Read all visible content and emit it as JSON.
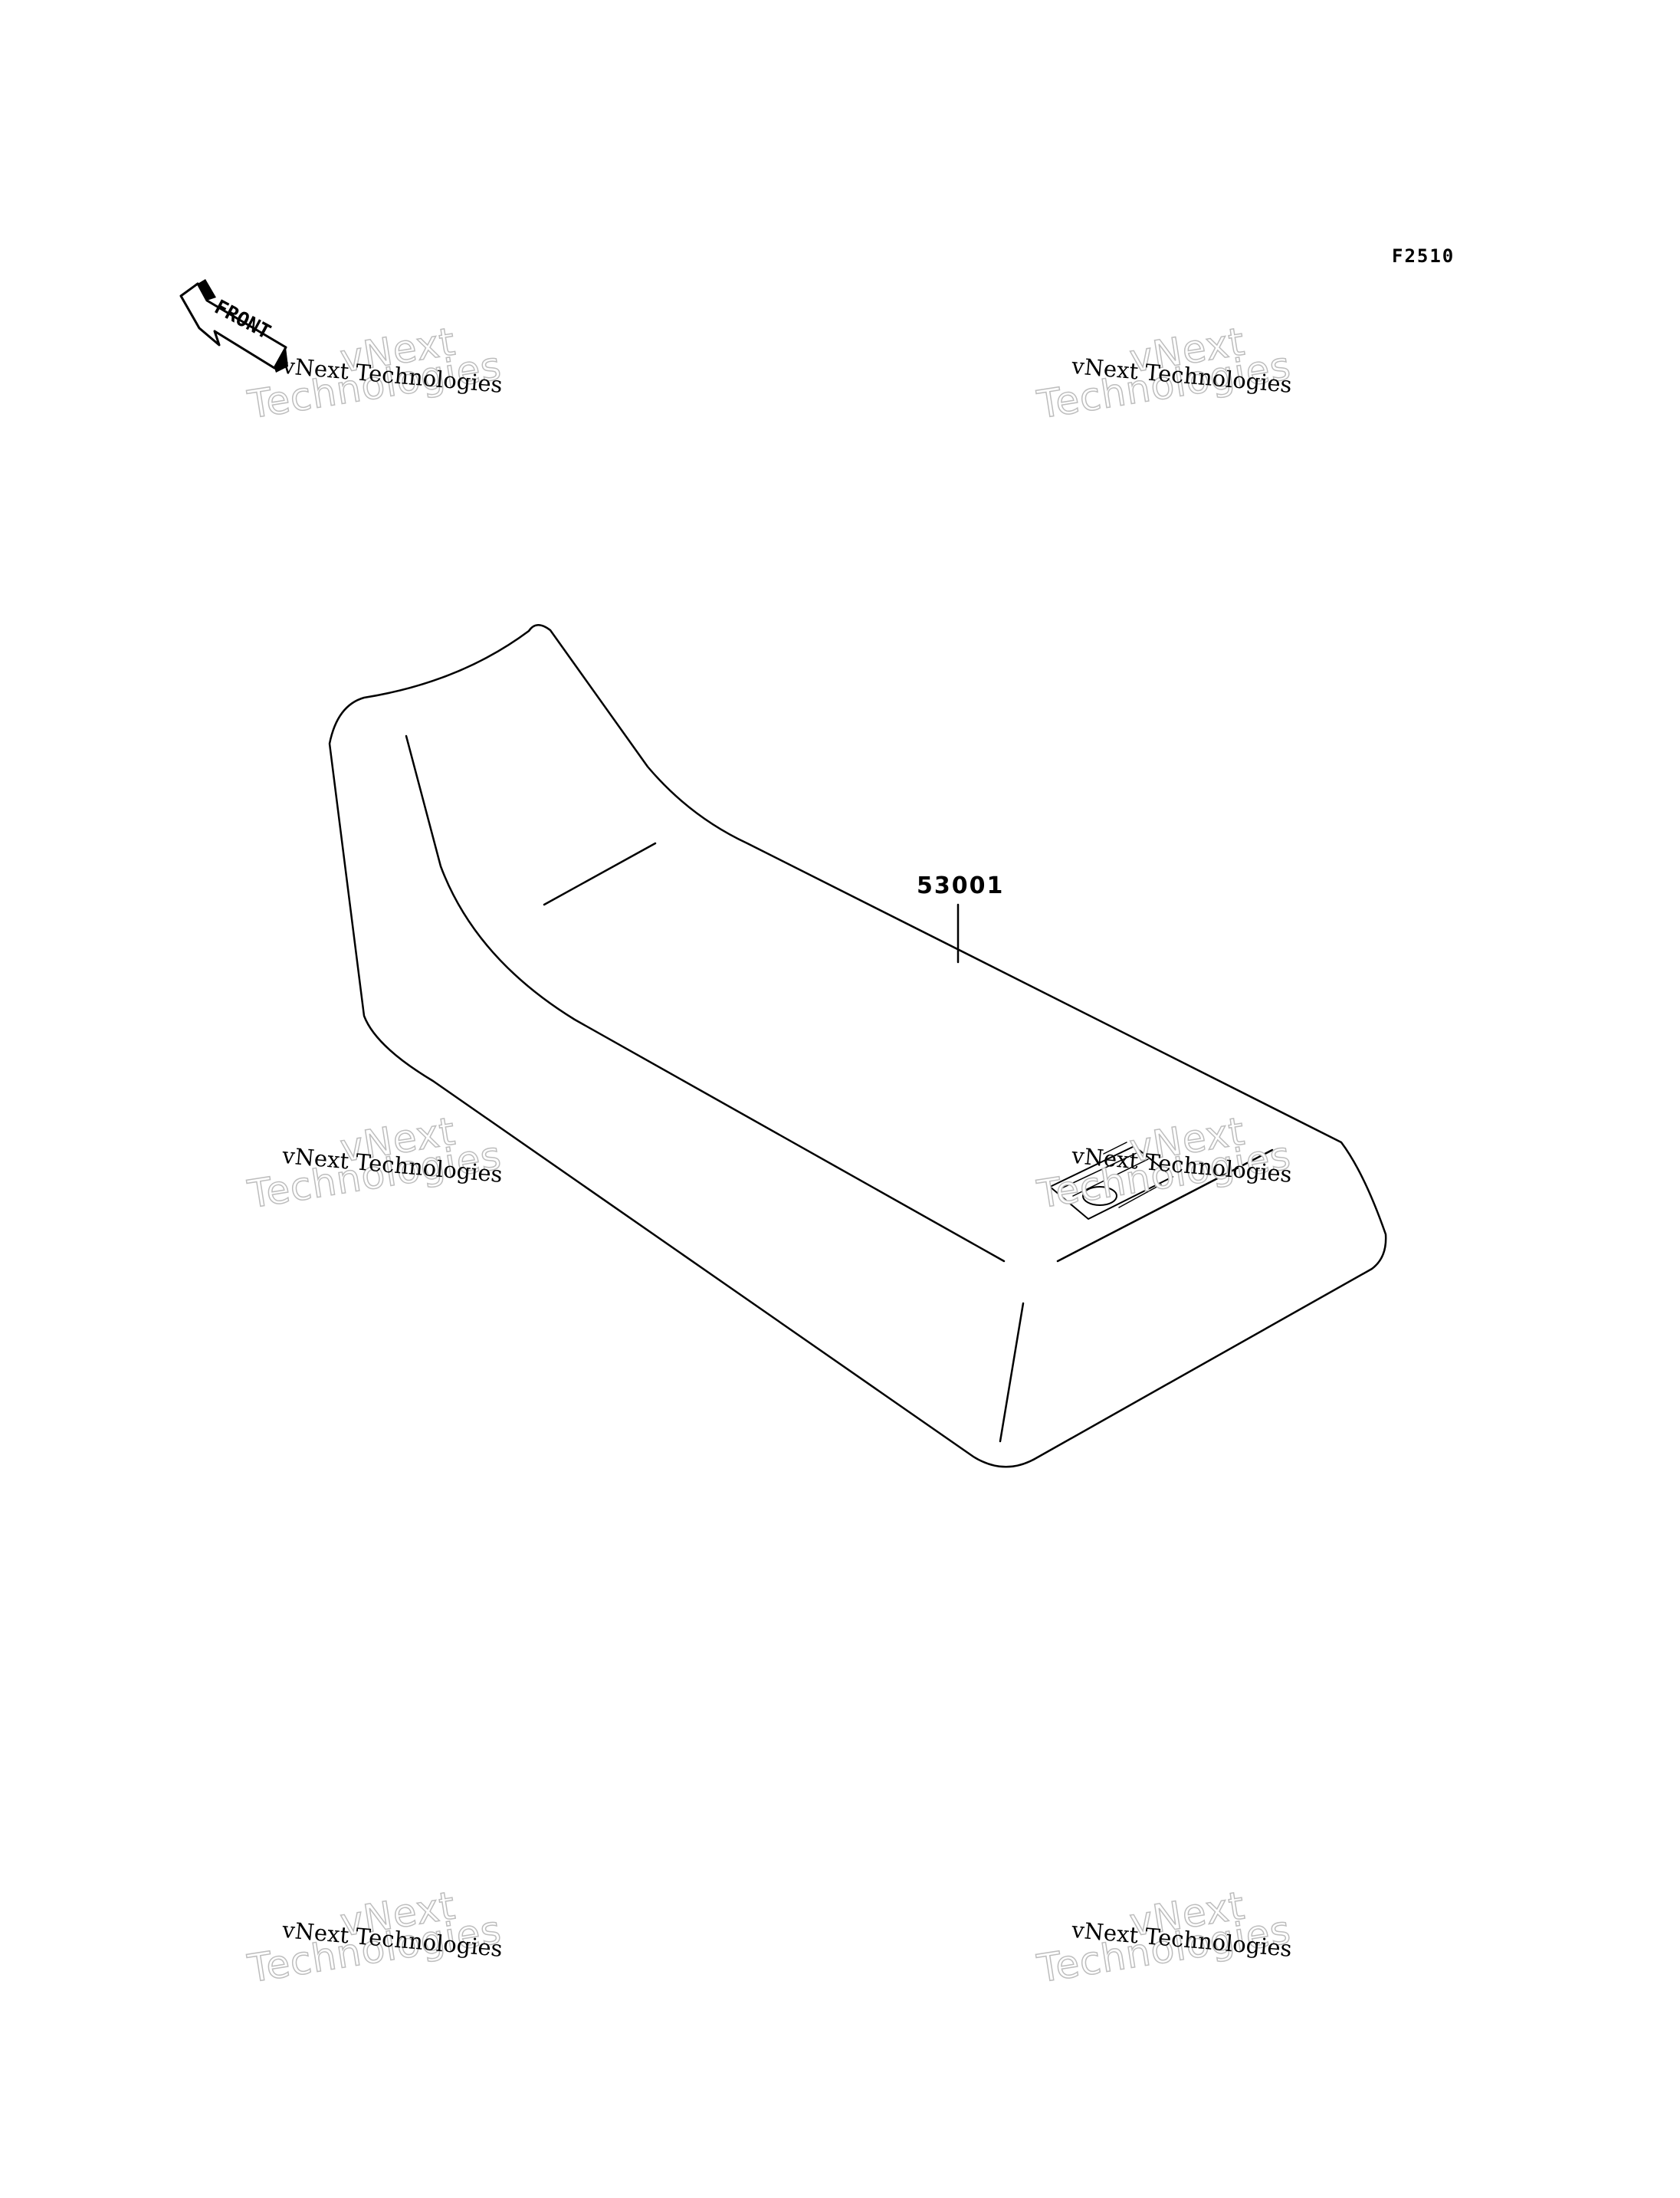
{
  "figure_code": "F2510",
  "parts": [
    {
      "number": "53001"
    }
  ],
  "front_arrow": {
    "label": "FRONT",
    "icon": "front-arrow-icon"
  },
  "watermark": {
    "line1": "vNext",
    "line2": "Technologies",
    "caption": "vNext Technologies"
  },
  "colors": {
    "line": "#000000",
    "watermark_outline": "#bdbdbd",
    "background": "#ffffff"
  }
}
